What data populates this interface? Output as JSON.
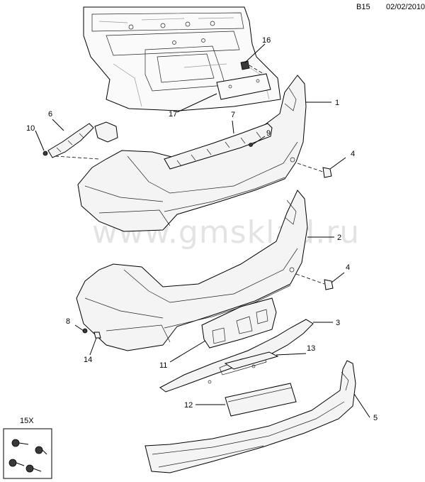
{
  "header": {
    "code": "B15",
    "date": "02/02/2010"
  },
  "watermark": "www.gmsklad.ru",
  "callouts": {
    "c1": "1",
    "c2": "2",
    "c3": "3",
    "c4a": "4",
    "c4b": "4",
    "c5": "5",
    "c6": "6",
    "c7": "7",
    "c8": "8",
    "c9": "9",
    "c10": "10",
    "c11": "11",
    "c12": "12",
    "c13": "13",
    "c14": "14",
    "c15x": "15X",
    "c16": "16",
    "c17": "17"
  }
}
